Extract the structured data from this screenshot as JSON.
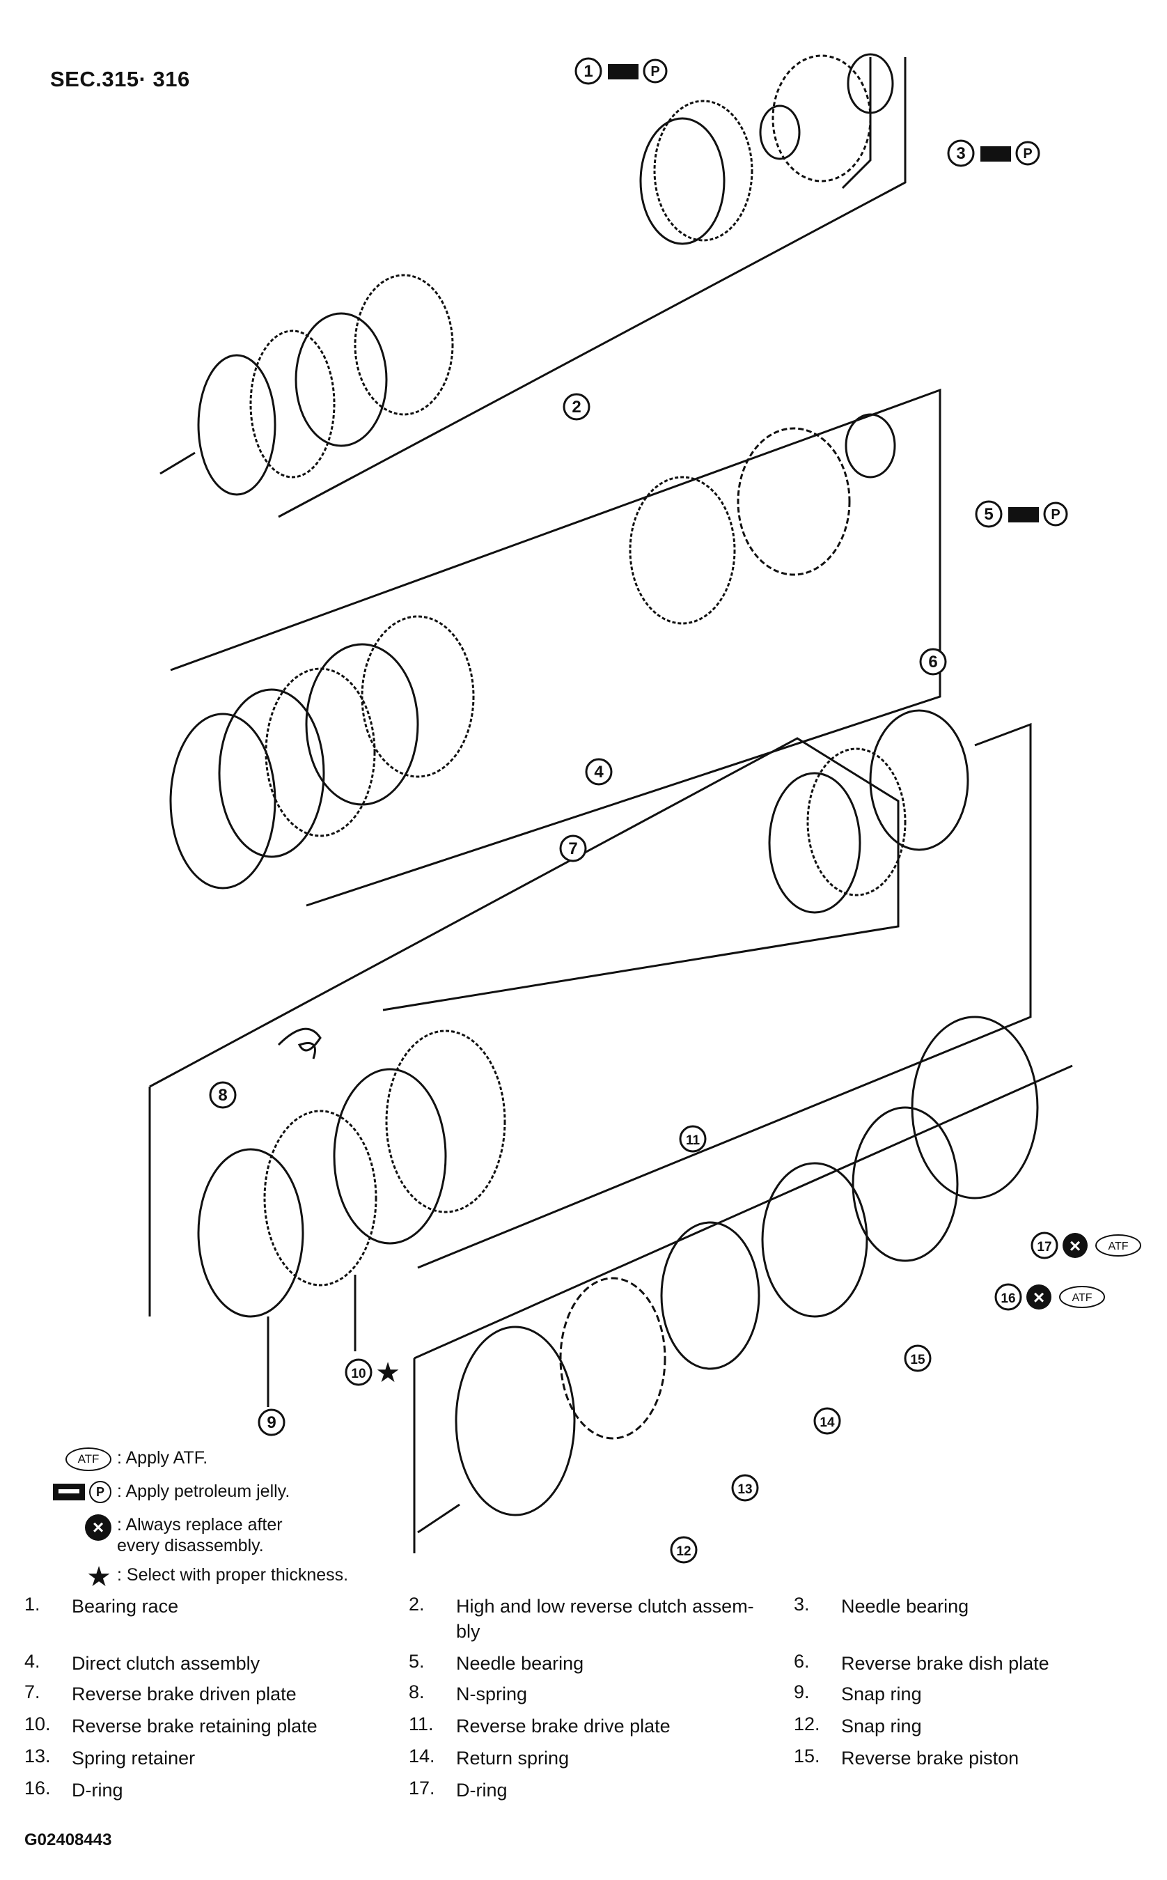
{
  "section_label": "SEC.315· 316",
  "callouts": [
    {
      "num": "1",
      "symbols": [
        "petroleum-jelly"
      ]
    },
    {
      "num": "2",
      "symbols": []
    },
    {
      "num": "3",
      "symbols": [
        "petroleum-jelly"
      ]
    },
    {
      "num": "4",
      "symbols": []
    },
    {
      "num": "5",
      "symbols": [
        "petroleum-jelly"
      ]
    },
    {
      "num": "6",
      "symbols": []
    },
    {
      "num": "7",
      "symbols": []
    },
    {
      "num": "8",
      "symbols": []
    },
    {
      "num": "9",
      "symbols": []
    },
    {
      "num": "10",
      "symbols": [
        "star"
      ]
    },
    {
      "num": "11",
      "symbols": []
    },
    {
      "num": "12",
      "symbols": []
    },
    {
      "num": "13",
      "symbols": []
    },
    {
      "num": "14",
      "symbols": []
    },
    {
      "num": "15",
      "symbols": []
    },
    {
      "num": "16",
      "symbols": [
        "always-replace",
        "atf"
      ]
    },
    {
      "num": "17",
      "symbols": [
        "always-replace",
        "atf"
      ]
    }
  ],
  "symbol_text": {
    "atf": "ATF",
    "p": "P",
    "x": "×",
    "star": "★"
  },
  "legend": [
    {
      "symbol": "atf",
      "text": ": Apply ATF."
    },
    {
      "symbol": "petroleum-jelly",
      "text": ": Apply petroleum jelly."
    },
    {
      "symbol": "always-replace",
      "text": ": Always replace after\nevery disassembly."
    },
    {
      "symbol": "star",
      "text": ": Select with proper thickness."
    }
  ],
  "parts": [
    {
      "num": "1.",
      "name": "Bearing race"
    },
    {
      "num": "2.",
      "name": "High and low reverse clutch assem-\nbly"
    },
    {
      "num": "3.",
      "name": "Needle bearing"
    },
    {
      "num": "4.",
      "name": "Direct clutch assembly"
    },
    {
      "num": "5.",
      "name": "Needle bearing"
    },
    {
      "num": "6.",
      "name": "Reverse brake dish plate"
    },
    {
      "num": "7.",
      "name": "Reverse brake driven plate"
    },
    {
      "num": "8.",
      "name": "N-spring"
    },
    {
      "num": "9.",
      "name": "Snap ring"
    },
    {
      "num": "10.",
      "name": "Reverse brake retaining plate"
    },
    {
      "num": "11.",
      "name": "Reverse brake drive plate"
    },
    {
      "num": "12.",
      "name": "Snap ring"
    },
    {
      "num": "13.",
      "name": "Spring retainer"
    },
    {
      "num": "14.",
      "name": "Return spring"
    },
    {
      "num": "15.",
      "name": "Reverse brake piston"
    },
    {
      "num": "16.",
      "name": "D-ring"
    },
    {
      "num": "17.",
      "name": "D-ring"
    }
  ],
  "figure_id": "G02408443"
}
